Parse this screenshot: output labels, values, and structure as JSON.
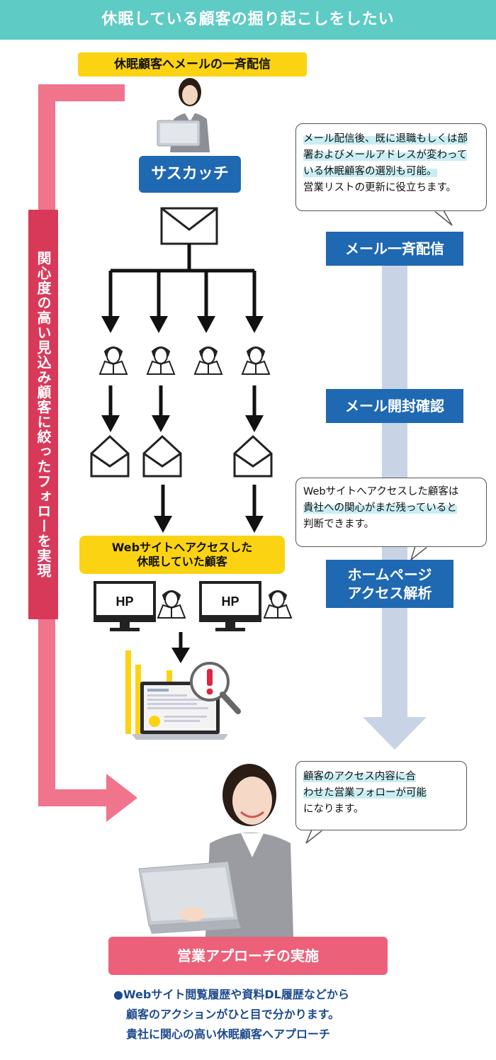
{
  "header": {
    "title": "休眠している顧客の掘り起こしをしたい"
  },
  "top_badge": "休眠顧客へメールの一斉配信",
  "sender_label": "サスカッチ",
  "side_label": "関心度の高い見込み顧客に絞ったフォローを実現",
  "steps": [
    "メール一斉配信",
    "メール開封確認",
    "ホームページ アクセス解析"
  ],
  "step3_lines": [
    "ホームページ",
    "アクセス解析"
  ],
  "notes": {
    "note1": {
      "lines_hl": [
        "メール配信後、既に退職もしくは部",
        "署およびメールアドレスが変わって",
        "いる休眠顧客の選別も可能。"
      ],
      "line_plain": "営業リストの更新に役立ちます。"
    },
    "note2": {
      "lines": [
        "Webサイトへアクセスした顧客は",
        "貴社への関心がまだ残っていると",
        "判断できます。"
      ]
    },
    "note3": {
      "lines_hl": [
        "顧客のアクセス内容に合",
        "わせた営業フォローが可能"
      ],
      "line_plain": "になります。"
    }
  },
  "web_badge_lines": [
    "Webサイトへアクセスした",
    "休眠していた顧客"
  ],
  "hp_label": "HP",
  "approach_title": "営業アプローチの実施",
  "bottom_lines": [
    "●Webサイト閲覧履歴や資料DL履歴などから",
    "顧客のアクションがひと目で分かります。",
    "貴社に関心の高い休眠顧客へアプローチ"
  ],
  "colors": {
    "header": "#5ecbc4",
    "yellow": "#fcd313",
    "blue": "#1f68b2",
    "red": "#d93959",
    "pink": "#ec6079",
    "pale_blue": "#c8d4e6"
  }
}
